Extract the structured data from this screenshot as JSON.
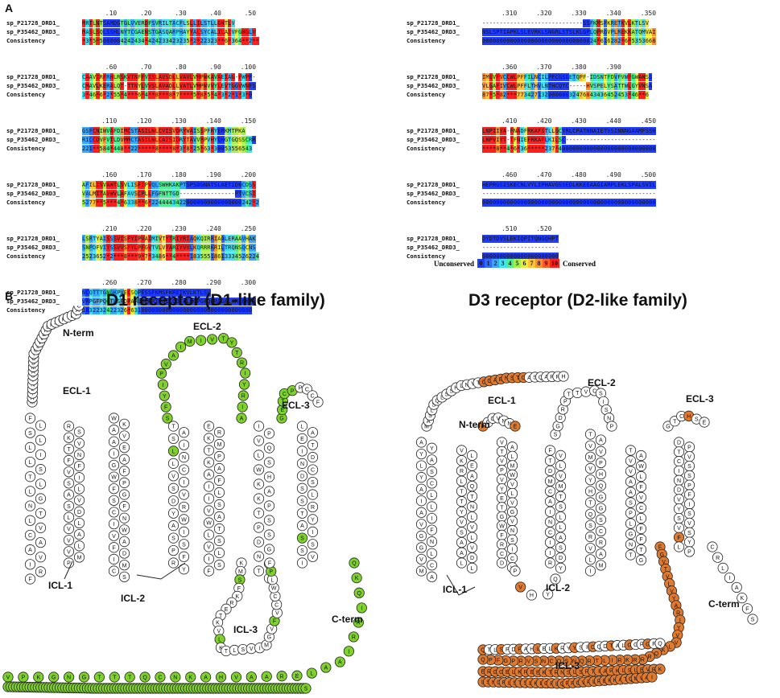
{
  "panels": {
    "a": "A",
    "b": "B"
  },
  "alignment": {
    "seq_names": [
      "sp_P21728_DRD1_",
      "sp_P35462_DRD3_"
    ],
    "consistency_label": "Consistency",
    "blocks": [
      {
        "start": 1,
        "s1": "MRTLNTSAMDGTGLVVERDFSVRILTACFLSLLILSTLLGNTLV",
        "s2": "MASLSQLSSHLNYTCGAENSTGASQARPHAYYALSYCALILAIVFGNGLV",
        "cons": "*3*5*5000004242434*424233423235*2*22323**6*364**2**"
      },
      {
        "start": 51,
        "s1": "CAAVIRFRHLRSKVTNFFVISLAVSDLLVAVLVMPWKAVAEIAG-FWPF-",
        "s2": "CMAVLKERALQT-TTNYLVVSLAVADLLVATLVMPWVVYLEVTGGVWNFS",
        "cons": "3*46*6*2*55*4***6*4**8***8*7****5*8*5*4*3*2*1*3*0"
      },
      {
        "start": 101,
        "s1": "GSFCNIWVAFDIMCSTASILNLCVISVDRYWAISSPFRYERKMTPKA",
        "s2": "RICCDVFVTLDVMMCTASILNLCAISIDRYTAVVMPVHYQHGTGQSSCRR",
        "cons": "221**584*448**22*****8****8*3*8*25*63*30053556543"
      },
      {
        "start": 151,
        "s1": "AFILISVAWTLSVLISFIPVQLSWHKAKPTSPSDGNATSLAETIDNCDSS",
        "s2": "VALMITAVWVLAFAVSCPLLFGFNTTGD----------------PTVCSI",
        "cons": "5277**5***4*6338**6*22444434220000000000000000242*2"
      },
      {
        "start": 201,
        "s1": "LSRTYAISSSVISFYIPVAIMIVTYTRIYRIAQKQIRRIAALERAAVHAK",
        "s2": "SNPDFVIYSSVVSFYLPFGVTVLVYARIYVVLKQRRRKRILTRQNSQCNS",
        "cons": "2523652*2***8***9*7*3486**4****18355518613334526224"
      },
      {
        "start": 251,
        "s1": "NCQTTTGNGKPVECSQPESSFKMSFKRETKVLKTLSV",
        "s2": "VRPGFPQQTLSPDPAHLELKRYYSICQDTALGGPGFQERGGELKREEKTR",
        "cons": "1032232422326*63100000000000000000000000000000000"
      },
      {
        "start": 301,
        "s1": "-----------------------------SSFKMSFKRETKVLKTLSV",
        "s2": "NSLSPTIAPKLSLEVRKLSNGRLSTSLKLGPLQPRGVPLREKKATQMVAI",
        "cons": "000000000000000000000000000000024*616282*6*5353668"
      },
      {
        "start": 351,
        "s1": "IMGVFVCCWLPFFILNCILPFCGSGETQPF-IDSNTFDVFVWFGWANSS",
        "s2": "VLGAFIVCWLPFFLTHVLNTHCQTC-----HVSPELYSATTWLGYVNSA",
        "cons": "87*5*82***77342713200000032476843436452453*46**6"
      },
      {
        "start": 401,
        "s1": "LNPIIYA-FNADFRKAFSTLLGCYRLCPATNNAIETVSINNNGAAMFSSH",
        "s2": "LNPVIYT-TFNIEFRKAFLKILSC--------------------------",
        "cons": "****8**4*6*36*****237*4000000000000000000000000000"
      },
      {
        "start": 451,
        "s1": "HEPRGSISKECNLVYLIPHAVGSSEDLKKEEAAGIARPLEKLSPALSVIL",
        "s2": "--------------------------------------------------",
        "cons": "00000000000000000000000000000000000000000000000000"
      },
      {
        "start": 501,
        "s1": "DYDTDVSLEKIQPITQNGQHPT",
        "s2": "----------------------",
        "cons": "0000000000000000000000"
      }
    ],
    "legend": {
      "low": "Unconserved",
      "high": "Conserved",
      "scale": [
        "0",
        "1",
        "2",
        "3",
        "4",
        "5",
        "6",
        "7",
        "8",
        "9",
        "10"
      ]
    }
  },
  "d1": {
    "title": "D1 receptor (D1-like family)",
    "labels": {
      "nterm": "N-term",
      "ecl1": "ECL-1",
      "ecl2": "ECL-2",
      "ecl3": "ECL-3",
      "icl1": "ICL-1",
      "icl2": "ICL-2",
      "icl3": "ICL-3",
      "cterm": "C-term"
    },
    "color_highlight": "#7fd12b",
    "nterm_seq": "MRTLNTSAMDGTGLVVERDFSVRILTAC",
    "tm_seqs": [
      "FLSLLILSTLLGNTLVCAAVIRF",
      "RSKVTNFFVISLAVSDLLVAVLVMP",
      "WKAVAEIAGFWPFGSFCNIWVAFDIMCS",
      "TASILNLCVISVDRYWAISSPFRY",
      "ERKMTPKAAFILISVAWTLSVLISF",
      "IPVQLSWHKAKPTSPSDGNATS",
      "LAETIDNCDSSLSRTYAISSSVI"
    ],
    "ecl2_seq": "SFYIPVAIMIVTYTRIYRIA",
    "cterm_seq": "QKQIRRIAALERAAVHAKNCQTTTGNGKPVECSQPESSFKMSFKRETKVLKTLSVIMGVFVCCWLPFFILNCILPFCGSGETQPFIDSNTFDVFVWFGWANSSLNPIIYAFNADFRKAFSTLLGCYRLCPATNNAIETVSINNNGAAMFSSHHEPRGSISKECNLVYLIPHAVGSSEDLKKEEAAGIARPLEKLSPALSVILDYDTDVSLEKIQPITQNGQHPT",
    "icl3_seq": "KMSFKRETKVLKTLSVIMGVFVCCWLPF"
  },
  "d3": {
    "title": "D3 receptor (D2-like family)",
    "labels": {
      "nterm": "N-term",
      "ecl1": "ECL-1",
      "ecl2": "ECL-2",
      "ecl3": "ECL-3",
      "icl1": "ICL-1",
      "icl2": "ICL-2",
      "icl3": "ICL-3",
      "cterm": "C-term"
    },
    "color_highlight": "#e07a2f",
    "nterm_seq": "MASLSQLSSHLNYTCGAENSTGASQARPH",
    "tm_seqs": [
      "AYYALSYCALILAIVFGNGLVCMA",
      "VLKERALQTTTNYLVVSLAVADLL",
      "VATLVMPWVVYLEVTGGVWNFSRICCDV",
      "FVTLDVMMCTASILNLCAISIDRY",
      "TAVVMPVHYQHGTGQSSCRRVALMI",
      "TAVWVLAFAVSCPLLFGFNTTG",
      "DPTVCSISNPDFVIYSSVVSFYLP"
    ],
    "icl3_seq": "FGVTVLVYARIYVVLKQRRRKRILTRQNSQCNSVRPGFPQQTLSPDPAHLELKRYYSICQDTALGGPGFQERGGELKREEKTRNSLSPTIAPKLSLEVRKLSNGRLSTSLKLGPLQPRGVPLREKKATQMVAI",
    "cterm_seq": "CRLIAKFS"
  }
}
